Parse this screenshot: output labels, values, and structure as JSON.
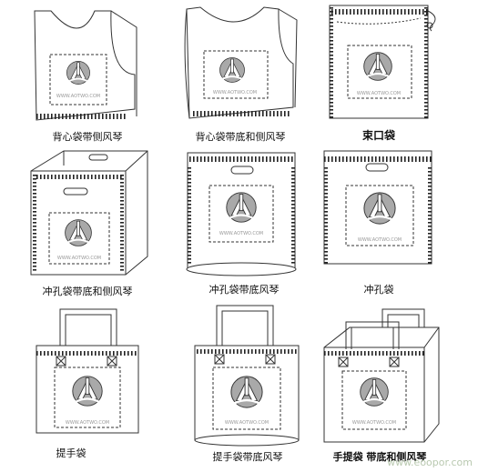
{
  "bags": [
    {
      "label": "背心袋带侧风琴",
      "logo_text": "WWW.AOTWO.COM"
    },
    {
      "label": "背心袋带底和侧风琴",
      "logo_text": "WWW.AOTWO.COM"
    },
    {
      "label": "束口袋",
      "logo_text": "WWW.AOTWO.COM"
    },
    {
      "label": "冲孔袋带底和侧风琴",
      "logo_text": "WWW.AOTWO.COM"
    },
    {
      "label": "冲孔袋带底风琴",
      "logo_text": "WWW.AOTWO.COM"
    },
    {
      "label": "冲孔袋",
      "logo_text": "WWW.AOTWO.COM"
    },
    {
      "label": "提手袋",
      "logo_text": "WWW.AOTWO.COM"
    },
    {
      "label": "提手袋带底风琴",
      "logo_text": "WWW.AOTWO.COM"
    },
    {
      "label": "手提袋 带底和侧风琴",
      "logo_text": "WWW.AOTWO.COM"
    }
  ],
  "watermark": "www.eoopor.com",
  "colors": {
    "stroke": "#333333",
    "logo": "#9a9a9a",
    "label": "#111111"
  }
}
